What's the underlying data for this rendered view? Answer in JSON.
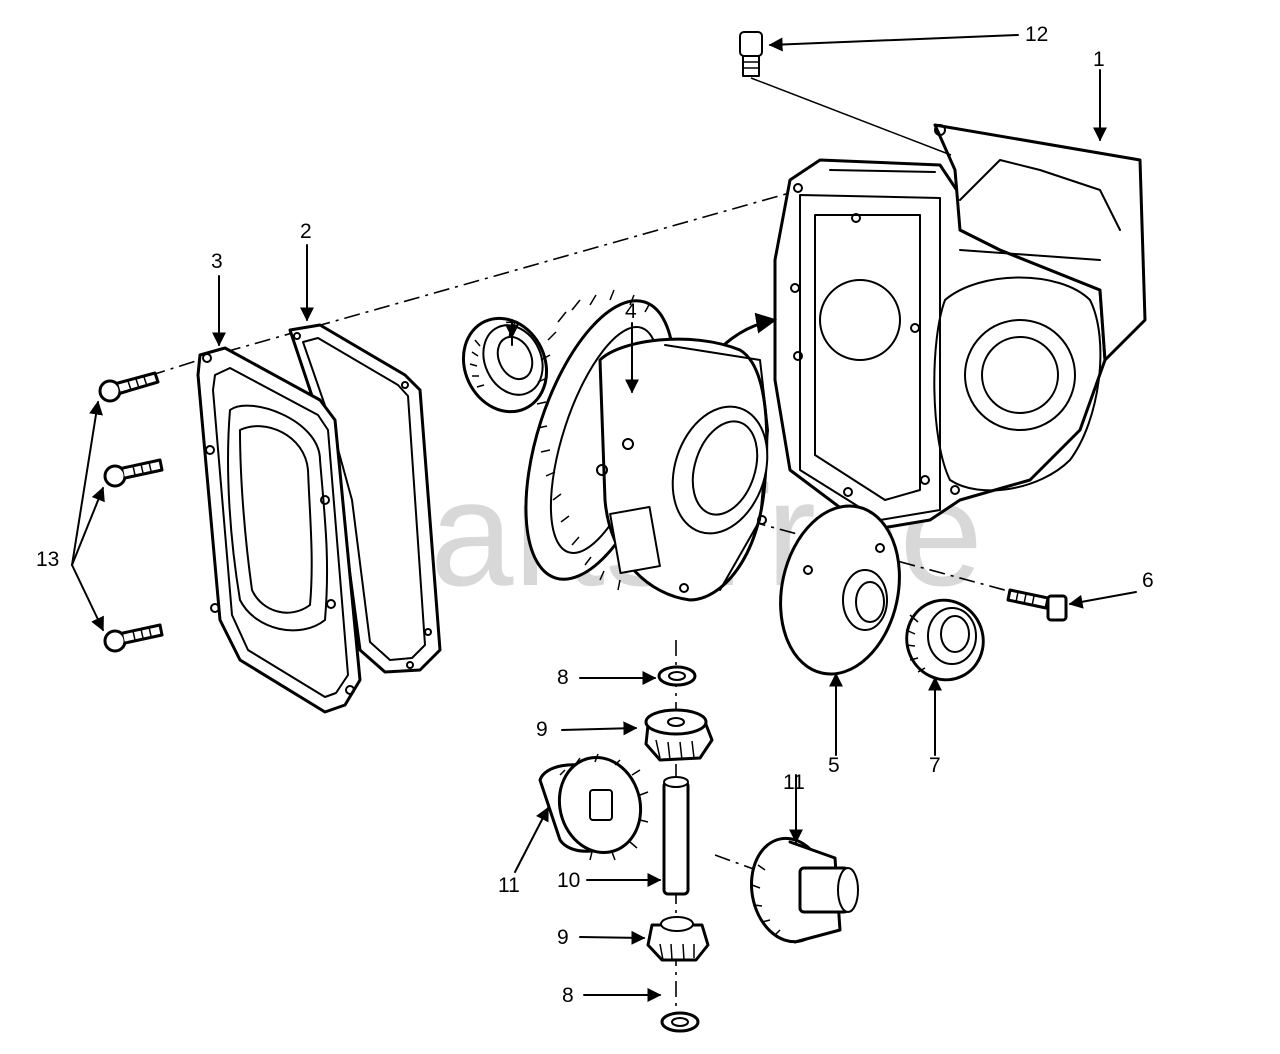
{
  "watermark": "PartsTree",
  "callouts": [
    {
      "id": "c1",
      "text": "1"
    },
    {
      "id": "c2",
      "text": "2"
    },
    {
      "id": "c3",
      "text": "3"
    },
    {
      "id": "c4",
      "text": "4"
    },
    {
      "id": "c5",
      "text": "5"
    },
    {
      "id": "c6",
      "text": "6"
    },
    {
      "id": "c7a",
      "text": "7"
    },
    {
      "id": "c7b",
      "text": "7"
    },
    {
      "id": "c8a",
      "text": "8"
    },
    {
      "id": "c8b",
      "text": "8"
    },
    {
      "id": "c9a",
      "text": "9"
    },
    {
      "id": "c9b",
      "text": "9"
    },
    {
      "id": "c10",
      "text": "10"
    },
    {
      "id": "c11a",
      "text": "11"
    },
    {
      "id": "c11b",
      "text": "11"
    },
    {
      "id": "c12",
      "text": "12"
    },
    {
      "id": "c13",
      "text": "13"
    }
  ]
}
